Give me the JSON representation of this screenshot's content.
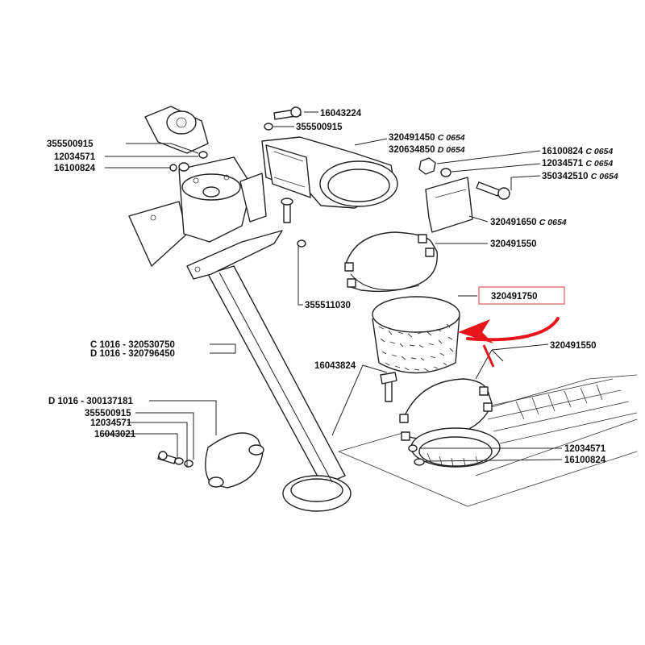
{
  "colors": {
    "highlight": "#d83a3a",
    "arrow": "#e8141b",
    "ink": "#222222"
  },
  "labels": {
    "p16043224": "16043224",
    "p355500915_top": "355500915",
    "p320491450": "320491450",
    "p320491450_sfx": "C 0654",
    "p320634850": "320634850",
    "p320634850_sfx": "D 0654",
    "p355500915_left": "355500915",
    "p12034571_left": "12034571",
    "p16100824_left": "16100824",
    "p16100824_right": "16100824",
    "p16100824_right_sfx": "C 0654",
    "p12034571_right": "12034571",
    "p12034571_right_sfx": "C 0654",
    "p350342510": "350342510",
    "p350342510_sfx": "C 0654",
    "p320491650": "320491650",
    "p320491650_sfx": "C 0654",
    "p320491550_top": "320491550",
    "p320491750": "320491750",
    "p355511030": "355511030",
    "p320530750": "C 1016 - 320530750",
    "p320796450": "D 1016 - 320796450",
    "p320491550_bottom": "320491550",
    "p16043824": "16043824",
    "p300137181": "D 1016 - 300137181",
    "p355500915_bl": "355500915",
    "p12034571_bl": "12034571",
    "p16043021": "16043021",
    "p12034571_br": "12034571",
    "p16100824_br": "16100824"
  }
}
